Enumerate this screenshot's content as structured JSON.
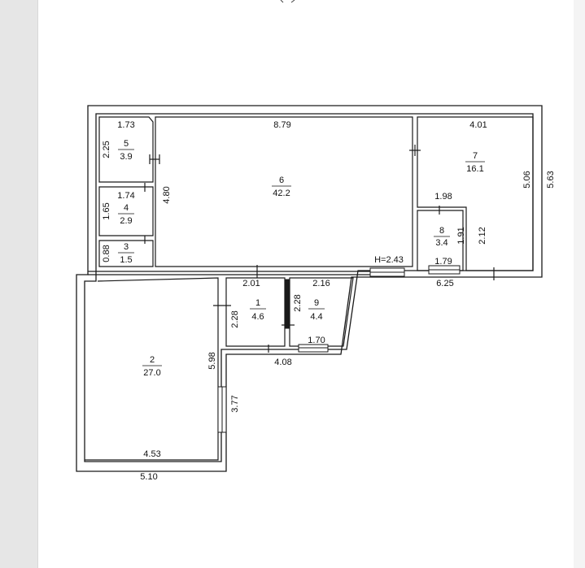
{
  "plan": {
    "rooms": [
      {
        "id": "5",
        "number": "5",
        "area": "3.9"
      },
      {
        "id": "4",
        "number": "4",
        "area": "2.9"
      },
      {
        "id": "3",
        "number": "3",
        "area": "1.5"
      },
      {
        "id": "6",
        "number": "6",
        "area": "42.2"
      },
      {
        "id": "7",
        "number": "7",
        "area": "16.1"
      },
      {
        "id": "8",
        "number": "8",
        "area": "3.4"
      },
      {
        "id": "1",
        "number": "1",
        "area": "4.6"
      },
      {
        "id": "9",
        "number": "9",
        "area": "4.4"
      },
      {
        "id": "2",
        "number": "2",
        "area": "27.0"
      }
    ],
    "dimensions": {
      "r5_width": "1.73",
      "r5_height": "2.25",
      "r4_width": "1.74",
      "r4_height": "1.65",
      "r3_height": "0.88",
      "r6_width": "8.79",
      "r6_height": "4.80",
      "r7_width": "4.01",
      "r7_height": "5.06",
      "outer_right": "5.63",
      "r8_top": "1.98",
      "r8_height": "1.91",
      "r8_bottom": "1.79",
      "r8_right": "2.12",
      "window_height": "H=2.43",
      "r7_bottom": "6.25",
      "r1_top": "2.01",
      "r1_height": "2.28",
      "r9_top": "2.16",
      "r9_height": "2.28",
      "r9_bottom": "1.70",
      "r1_bottom": "4.08",
      "r2_height": "5.98",
      "r2_window": "3.77",
      "r2_inner_bottom": "4.53",
      "r2_outer_bottom": "5.10"
    }
  }
}
